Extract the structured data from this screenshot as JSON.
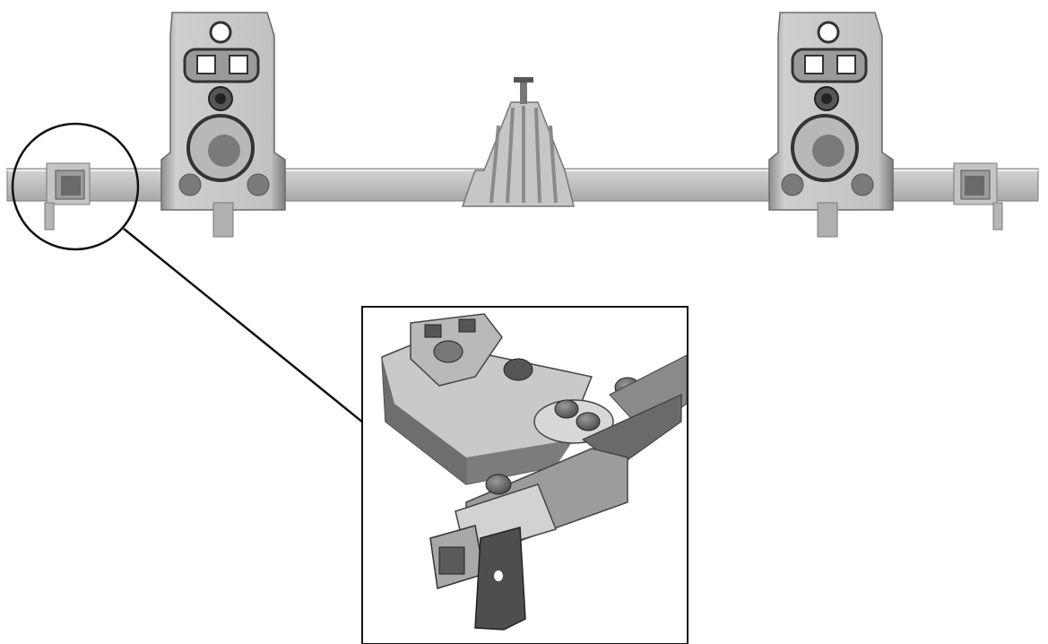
{
  "diagram": {
    "main_view": {
      "parts": [
        "crossbar",
        "left-end-socket",
        "left-bearing-block",
        "center-wedge-support",
        "right-bearing-block",
        "right-end-socket"
      ]
    },
    "detail_view": {
      "callout": "circle-with-arrow",
      "subject": "left-end-socket-3d-detail"
    }
  },
  "colors": {
    "background": "#ffffff",
    "metal_light": "#c9c9c9",
    "metal_mid": "#a3a3a3",
    "metal_dark": "#5e5e5e",
    "outline": "#111111"
  }
}
